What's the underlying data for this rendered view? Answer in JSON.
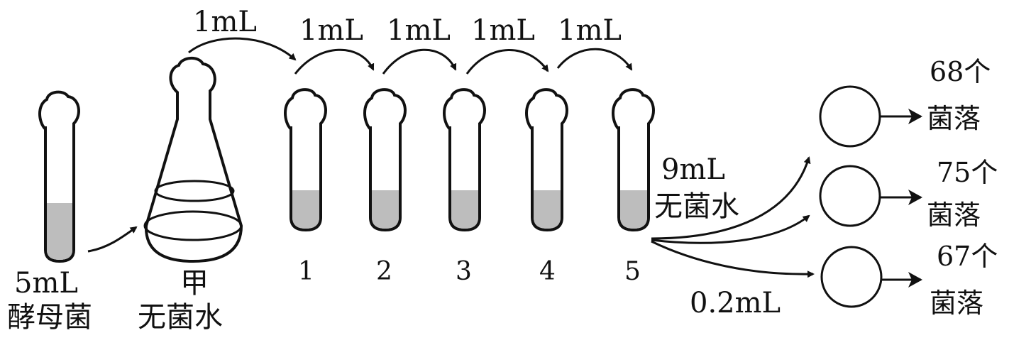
{
  "source": {
    "volume": "5mL",
    "name": "酵母菌"
  },
  "flask": {
    "label": "甲",
    "content": "无菌水"
  },
  "transfer_volume": "1mL",
  "tubes": [
    "1",
    "2",
    "3",
    "4",
    "5"
  ],
  "tube_content": {
    "volume": "9mL",
    "name": "无菌水"
  },
  "plating_volume": "0.2mL",
  "plates": [
    {
      "count": "68个",
      "unit": "菌落"
    },
    {
      "count": "75个",
      "unit": "菌落"
    },
    {
      "count": "67个",
      "unit": "菌落"
    }
  ]
}
